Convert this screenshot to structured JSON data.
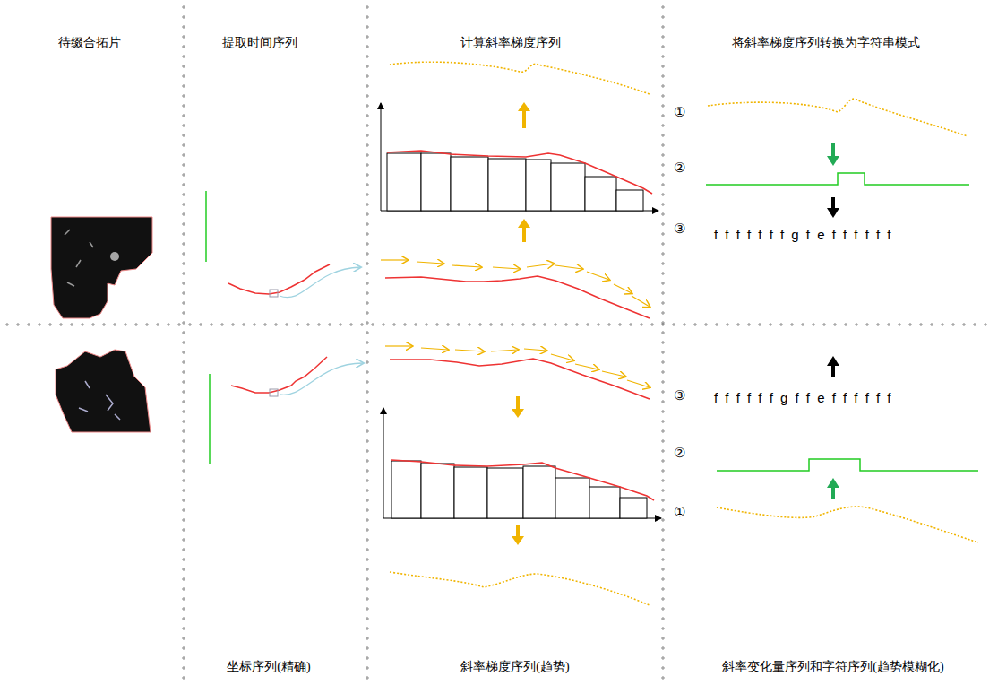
{
  "diagram": {
    "labels": [
      "待缀合拓片",
      "提取时间序列",
      "计算斜率梯度序列",
      "将斜率梯度序列转换为字符串模式",
      "①",
      "②",
      "③",
      "f f f f f f f g f e f f f f f f",
      "③",
      "②",
      "①",
      "f f f f f f g f f e f f f f f f",
      "坐标序列(精确)",
      "斜率梯度序列(趋势)",
      "斜率变化量序列和字符序列(趋势模糊化)"
    ]
  }
}
